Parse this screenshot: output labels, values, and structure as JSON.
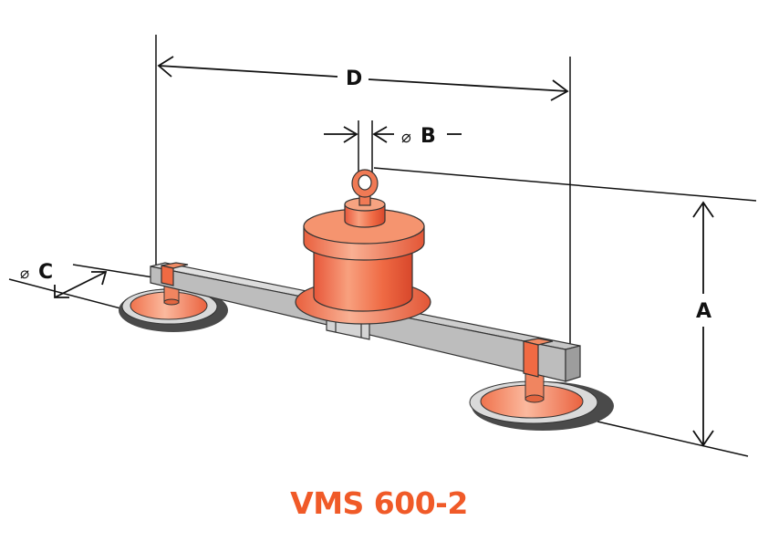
{
  "dimensions": {
    "d_label": "D",
    "b_label": "B",
    "c_label": "C",
    "a_label": "A",
    "diameter_symbol": "⌀"
  },
  "model": {
    "name": "VMS 600-2"
  },
  "colors": {
    "accent": "#f05a28",
    "body_orange": "#f06a43",
    "beam_grey": "#c9c9c9",
    "pad_dark": "#4a4a4a"
  }
}
